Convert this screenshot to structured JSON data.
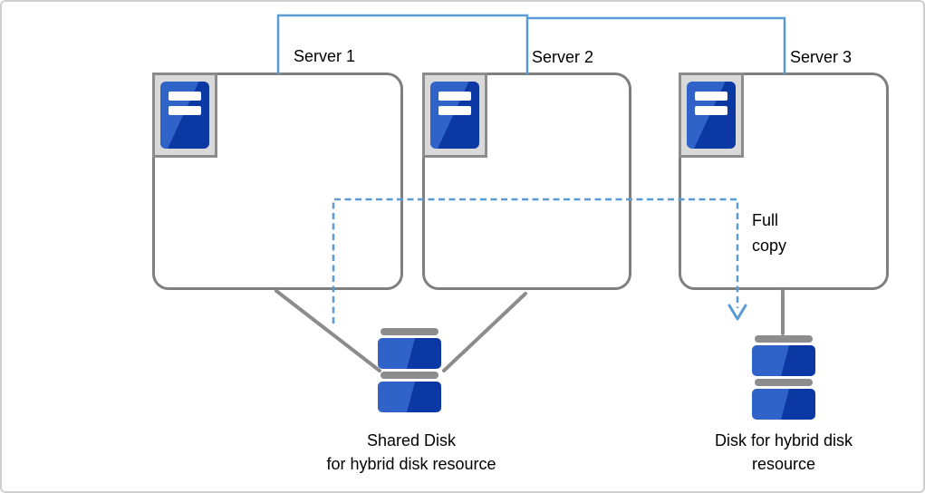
{
  "diagram": {
    "servers": [
      {
        "id": "server-1",
        "label": "Server 1"
      },
      {
        "id": "server-2",
        "label": "Server 2"
      },
      {
        "id": "server-3",
        "label": "Server 3"
      }
    ],
    "annotations": {
      "full_copy": "Full\ncopy"
    },
    "disks": {
      "shared": {
        "label": "Shared Disk\nfor hybrid disk resource"
      },
      "hybrid": {
        "label": "Disk for hybrid disk\nresource"
      }
    },
    "colors": {
      "connector_blue": "#5b9bd5",
      "box_border_gray": "#7f7f7f",
      "line_gray": "#8c8c8c",
      "icon_blue_light": "#2f63c8",
      "icon_blue_dark": "#0b38a3",
      "icon_tray_gray": "#d9d9d9",
      "text": "#000000"
    }
  }
}
